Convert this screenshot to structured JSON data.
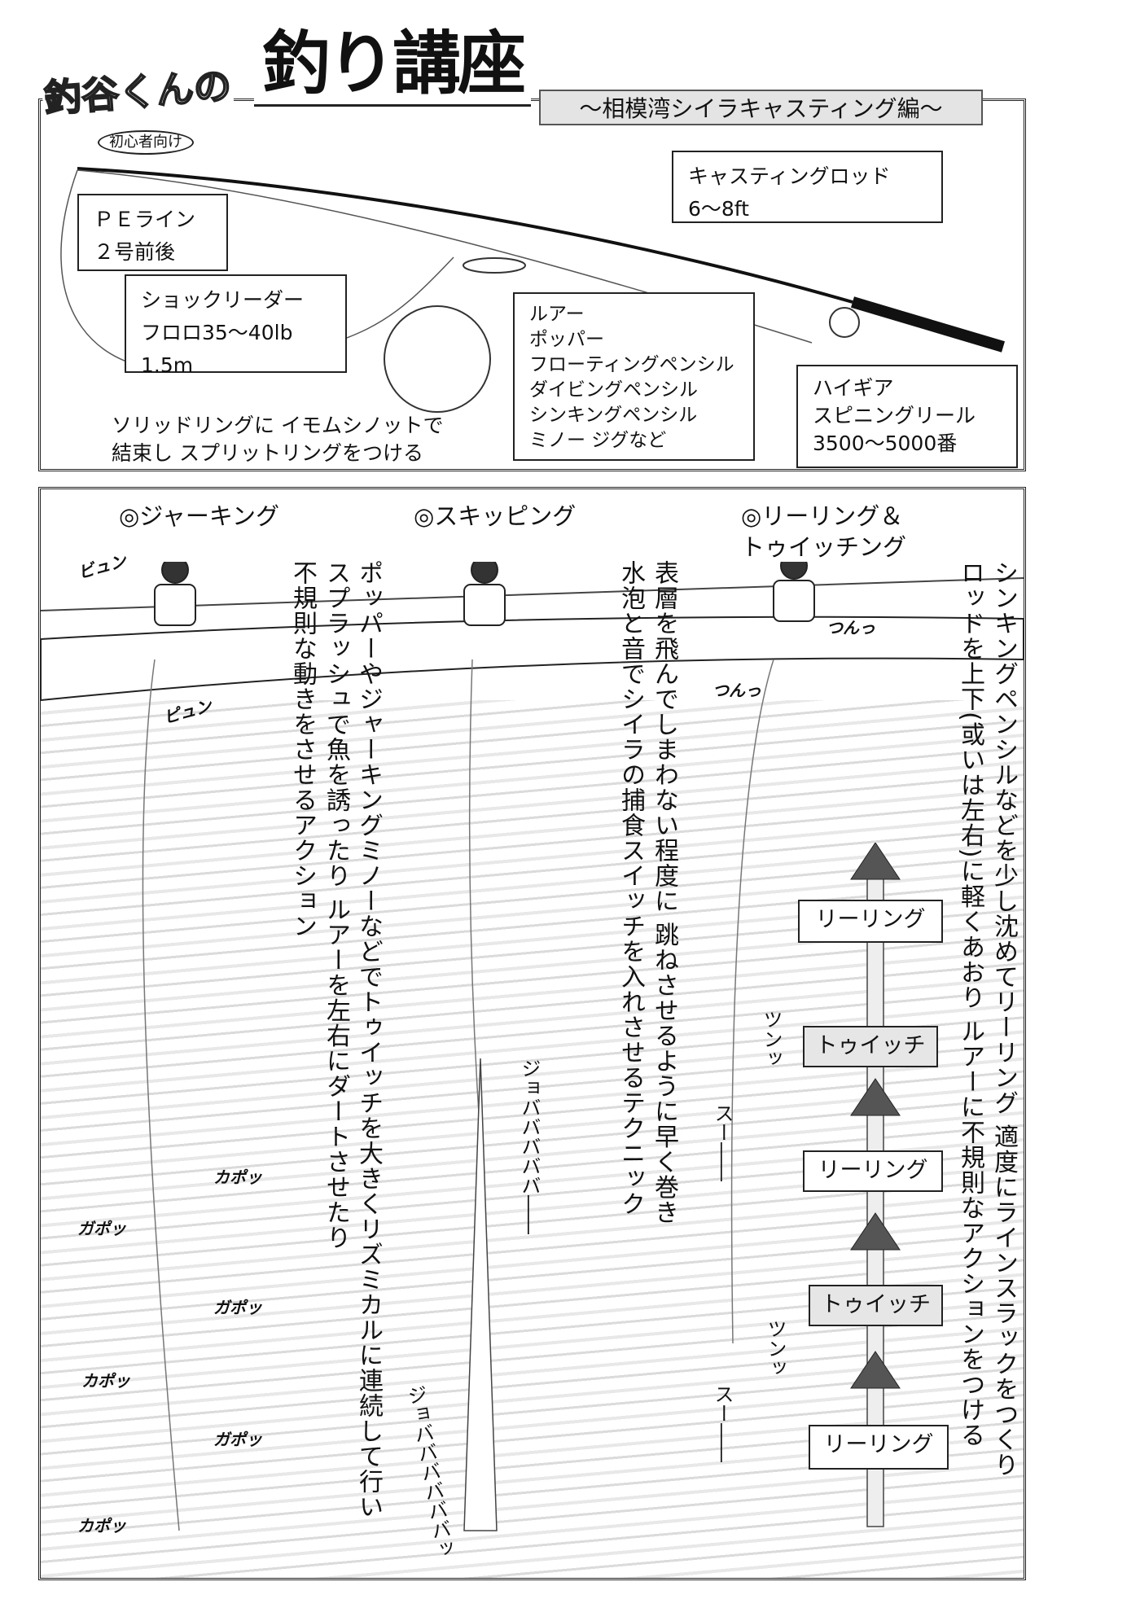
{
  "title": {
    "prefix": "釣谷くんの",
    "badge": "初心者向け",
    "main": "釣り講座",
    "subtitle": "〜相模湾シイラキャスティング編〜"
  },
  "tackle": {
    "pe_line": [
      "ＰＥライン",
      "２号前後"
    ],
    "shock_leader": [
      "ショックリーダー",
      "フロロ35〜40lb",
      "1.5m"
    ],
    "rod": [
      "キャスティングロッド",
      "6〜8ft"
    ],
    "lure": [
      "ルアー",
      "ポッパー",
      "フローティングペンシル",
      "ダイビングペンシル",
      "シンキングペンシル",
      "ミノー ジグなど"
    ],
    "reel": [
      "ハイギア",
      "スピニングリール",
      "3500〜5000番"
    ],
    "knot_caption": [
      "ソリッドリングに イモムシノットで",
      "結束し スプリットリングをつける"
    ]
  },
  "techniques": {
    "jerking": {
      "heading": "◎ジャーキング",
      "lines": [
        "ポッパーやジャーキングミノーなどでトゥイッチを大きくリズミカルに連続して行い",
        "スプラッシュで魚を誘ったり ルアーを左右にダートさせたり",
        "不規則な動きをさせるアクション"
      ],
      "sfx": [
        "ビュン",
        "ピュン",
        "カポッ",
        "ガポッ",
        "ガポッ",
        "カポッ",
        "ガポッ",
        "カポッ"
      ]
    },
    "skipping": {
      "heading": "◎スキッピング",
      "lines": [
        "表層を飛んでしまわない程度に 跳ねさせるように早く巻き",
        "水泡と音でシイラの捕食スイッチを入れさせるテクニック"
      ],
      "sfx": [
        "ジョバババババ――",
        "ジョババババババッ"
      ]
    },
    "reeling": {
      "heading": [
        "◎リーリング＆",
        "トゥイッチング"
      ],
      "lines": [
        "シンキングペンシルなどを少し沈めてリーリング 適度にラインスラックをつくり",
        "ロッドを上下(或いは左右)に軽くあおり ルアーに不規則なアクションをつける"
      ],
      "sfx": [
        "つんっ",
        "つんっ",
        "ツンッ",
        "スー――",
        "ツンッ",
        "スー――"
      ],
      "steps": [
        "リーリング",
        "トゥイッチ",
        "リーリング",
        "トゥイッチ",
        "リーリング"
      ]
    }
  }
}
